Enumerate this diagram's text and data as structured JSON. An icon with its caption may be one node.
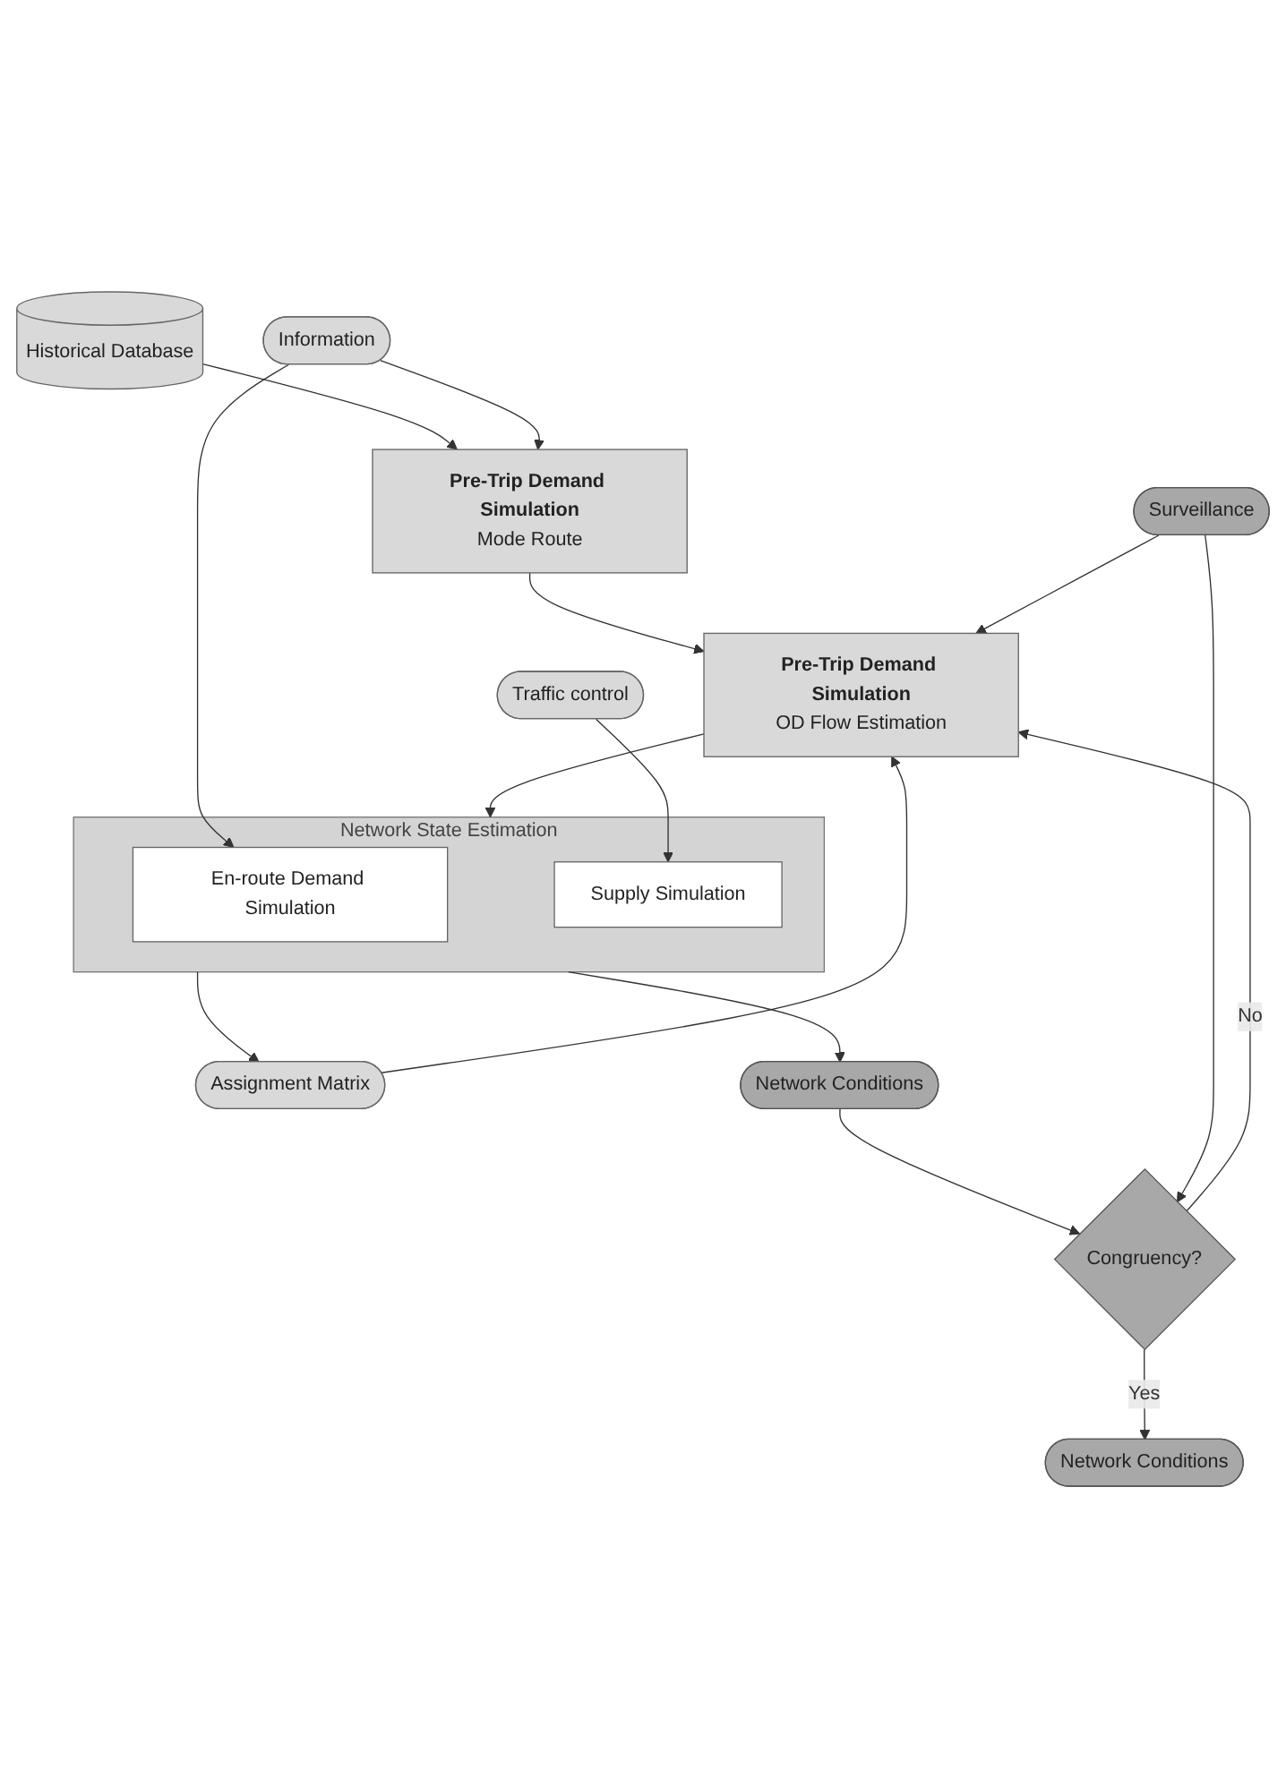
{
  "diagram": {
    "nodes": [
      {
        "text": [
          "Historical Database"
        ]
      },
      {
        "text": [
          "Pre-Trip Demand Simulation",
          "Mode Route"
        ]
      },
      {
        "text": [
          "Information"
        ]
      },
      {
        "text": [
          "Pre-Trip Demand Simulation",
          "OD Flow Estimation"
        ]
      },
      {
        "text": [
          "Assignment Matrix"
        ]
      },
      {
        "text": [
          "Network State Estimation"
        ]
      },
      {
        "text": [
          "En-route Demand Simulation"
        ],
        "in": 5
      },
      {
        "text": [
          "Supply Simulation"
        ],
        "in": 5
      },
      {
        "text": [
          "Traffic control"
        ]
      },
      {
        "text": [
          "Network Conditions"
        ]
      },
      {
        "text": [
          "Congruency?"
        ]
      },
      {
        "text": [
          "Surveillance"
        ]
      },
      {
        "text": [
          "Network Conditions"
        ]
      }
    ],
    "edges": [
      {
        "from": 0,
        "to": 1,
        "arrow": "to"
      },
      {
        "from": 2,
        "to": 1,
        "arrow": "to"
      },
      {
        "from": 1,
        "to": 3,
        "arrow": "to"
      },
      {
        "from": 4,
        "to": 3,
        "arrow": "to"
      },
      {
        "from": 3,
        "to": 5,
        "arrow": "to"
      },
      {
        "from": 5,
        "to": 4,
        "arrow": "to"
      },
      {
        "from": 2,
        "to": 6,
        "arrow": "to"
      },
      {
        "from": 8,
        "to": 7,
        "arrow": "to"
      },
      {
        "from": 5,
        "to": 9,
        "arrow": "to"
      },
      {
        "from": 9,
        "to": 10,
        "arrow": "to"
      },
      {
        "from": 11,
        "to": 10,
        "arrow": "to"
      },
      {
        "from": 10,
        "to": 3,
        "arrow": "to",
        "label": "No"
      },
      {
        "from": 10,
        "to": 12,
        "arrow": "to",
        "label": "Yes"
      },
      {
        "from": 11,
        "to": 3,
        "arrow": "to"
      }
    ]
  }
}
